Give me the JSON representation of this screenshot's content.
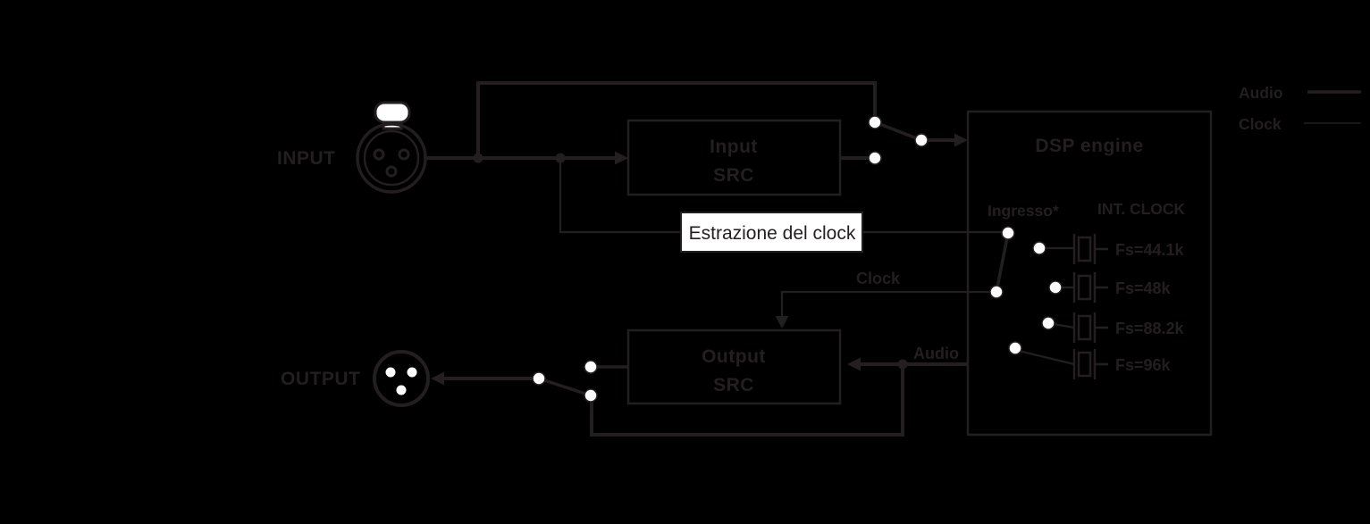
{
  "colors": {
    "background": "#000000",
    "line_and_text": "#231f20",
    "highlight_white": "#ffffff"
  },
  "labels": {
    "input": "INPUT",
    "output": "OUTPUT"
  },
  "blocks": {
    "input_src": {
      "line1": "Input",
      "line2": "SRC"
    },
    "output_src": {
      "line1": "Output",
      "line2": "SRC"
    },
    "clock_extraction": {
      "label": "Estrazione del clock"
    },
    "dsp": {
      "title": "DSP engine",
      "selector": {
        "input_contact_label": "Ingresso*",
        "internal_clock_label": "INT. CLOCK",
        "clock_options": [
          {
            "label": "Fs=44.1k"
          },
          {
            "label": "Fs=48k"
          },
          {
            "label": "Fs=88.2k"
          },
          {
            "label": "Fs=96k"
          }
        ]
      }
    }
  },
  "wire_labels": {
    "clock": "Clock",
    "audio": "Audio"
  },
  "legend": {
    "items": [
      {
        "label": "Audio",
        "line_style": "thick"
      },
      {
        "label": "Clock",
        "line_style": "thin"
      }
    ]
  }
}
